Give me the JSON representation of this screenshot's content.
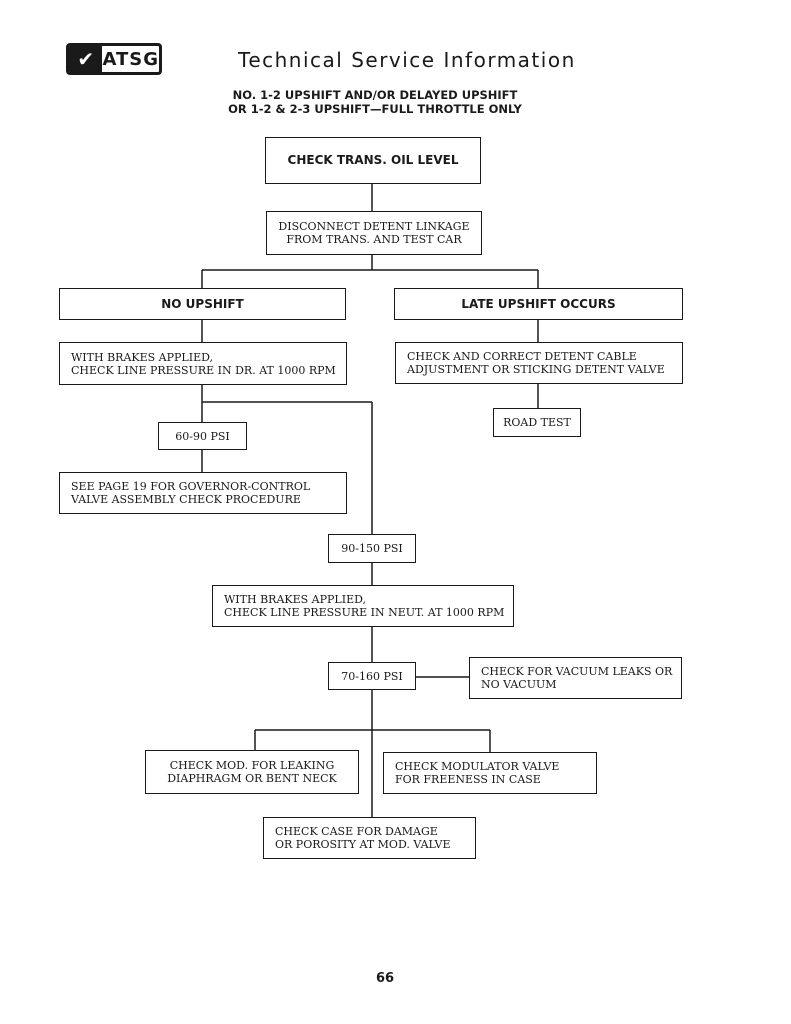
{
  "header": {
    "logo_text": "ATSG",
    "title": "Technical Service Information"
  },
  "subtitle": {
    "line1": "NO. 1-2 UPSHIFT AND/OR DELAYED UPSHIFT",
    "line2": "OR 1-2 & 2-3 UPSHIFT—FULL THROTTLE ONLY"
  },
  "flowchart": {
    "check_oil": "CHECK TRANS. OIL LEVEL",
    "disconnect": [
      "DISCONNECT DETENT LINKAGE",
      "FROM TRANS. AND TEST CAR"
    ],
    "no_upshift": "NO UPSHIFT",
    "late_upshift": "LATE UPSHIFT OCCURS",
    "line_pressure_dr": [
      "WITH BRAKES APPLIED,",
      "CHECK LINE PRESSURE IN DR. AT 1000 RPM"
    ],
    "detent_cable": [
      "CHECK AND CORRECT DETENT CABLE",
      "ADJUSTMENT OR STICKING DETENT VALVE"
    ],
    "road_test": "ROAD TEST",
    "psi_60_90": "60-90 PSI",
    "governor": [
      "SEE PAGE 19 FOR GOVERNOR-CONTROL",
      "VALVE ASSEMBLY CHECK PROCEDURE"
    ],
    "psi_90_150": "90-150 PSI",
    "line_pressure_neut": [
      "WITH BRAKES APPLIED,",
      "CHECK LINE PRESSURE IN NEUT. AT 1000 RPM"
    ],
    "psi_70_160": "70-160 PSI",
    "vacuum_leaks": [
      "CHECK FOR VACUUM LEAKS OR",
      "NO VACUUM"
    ],
    "mod_leaking": [
      "CHECK MOD. FOR LEAKING",
      "DIAPHRAGM OR BENT NECK"
    ],
    "mod_valve": [
      "CHECK MODULATOR VALVE",
      "FOR FREENESS IN CASE"
    ],
    "case_damage": [
      "CHECK CASE FOR DAMAGE",
      "OR POROSITY AT MOD. VALVE"
    ]
  },
  "footer": {
    "page_number": "66"
  }
}
